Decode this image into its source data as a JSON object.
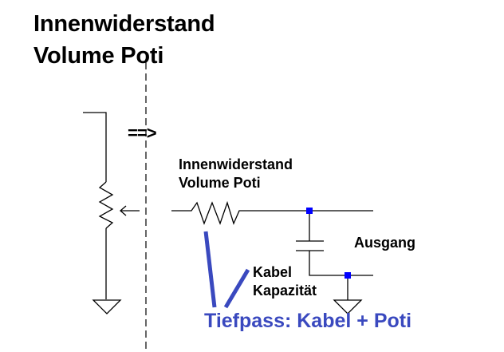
{
  "title": {
    "line1": "Innenwiderstand",
    "line2": "Volume Poti"
  },
  "arrow_text": "==>",
  "resistor_label": {
    "line1": "Innenwiderstand",
    "line2": "Volume Poti"
  },
  "output_label": "Ausgang",
  "cable_label": {
    "line1": "Kabel",
    "line2": "Kapazität"
  },
  "caption": "Tiefpass: Kabel + Poti",
  "colors": {
    "wire": "#000000",
    "node": "#0000ff",
    "accent_blue": "#3a49bf"
  }
}
